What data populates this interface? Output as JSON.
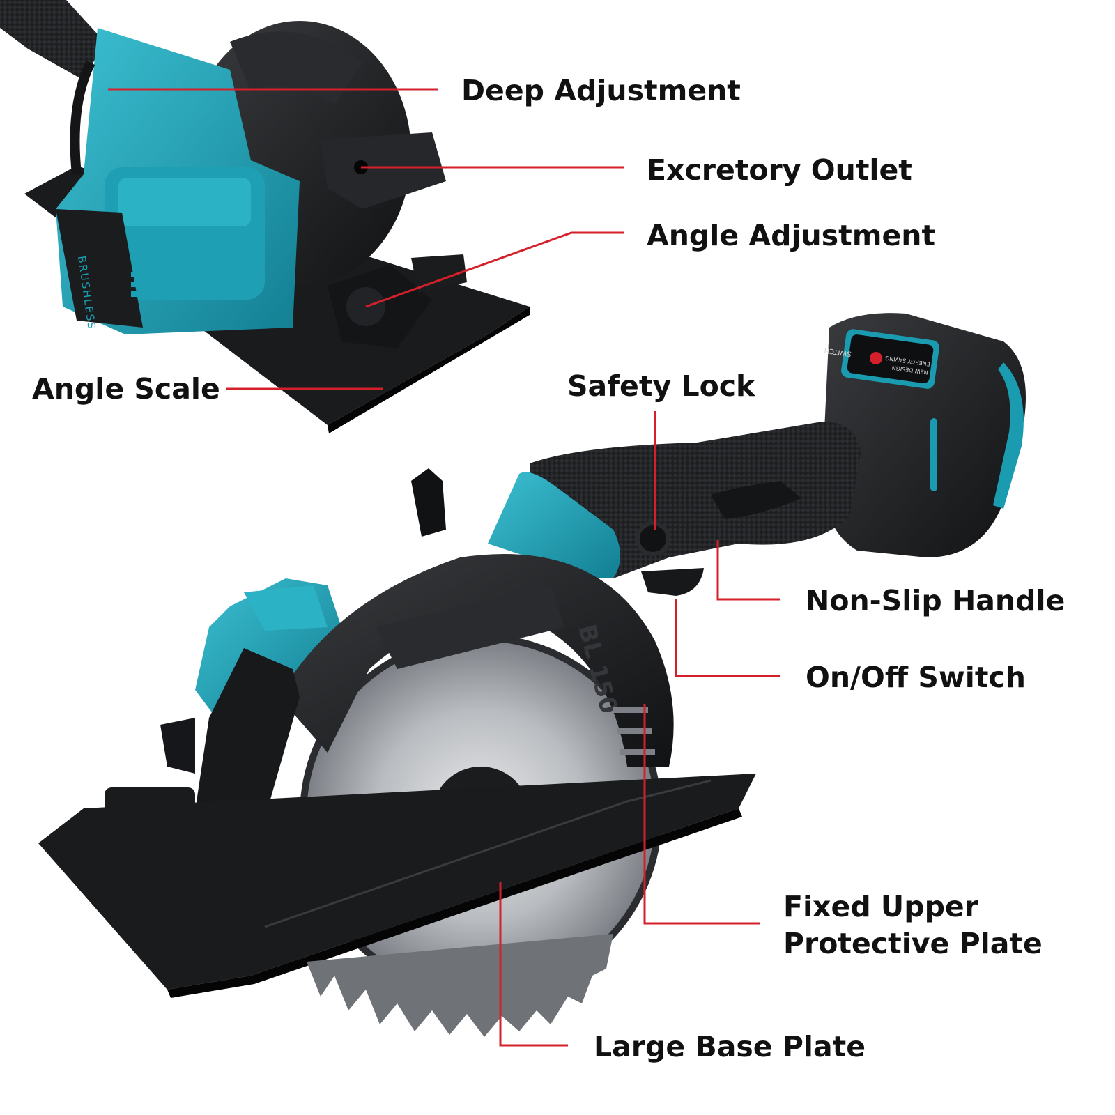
{
  "image": {
    "description_colors": {
      "tool_teal": "#1a9bb0",
      "tool_black": "#1b1c1e",
      "leader_red": "#d4202a",
      "label_text": "#111111"
    }
  },
  "markings": {
    "housing_text": "BRUSHLESS",
    "guard_text": "BL 150",
    "panel_switch": "SWITCH",
    "panel_line1": "NEW DESIGN",
    "panel_line2": "ENERGY SAVING"
  },
  "callouts": {
    "deep_adjustment": "Deep Adjustment",
    "excretory_outlet": "Excretory Outlet",
    "angle_adjustment": "Angle Adjustment",
    "angle_scale": "Angle Scale",
    "safety_lock": "Safety Lock",
    "non_slip_handle": "Non-Slip Handle",
    "on_off_switch": "On/Off Switch",
    "fixed_upper_protective_plate_line1": "Fixed Upper",
    "fixed_upper_protective_plate_line2": "Protective Plate",
    "large_base_plate": "Large Base Plate"
  }
}
